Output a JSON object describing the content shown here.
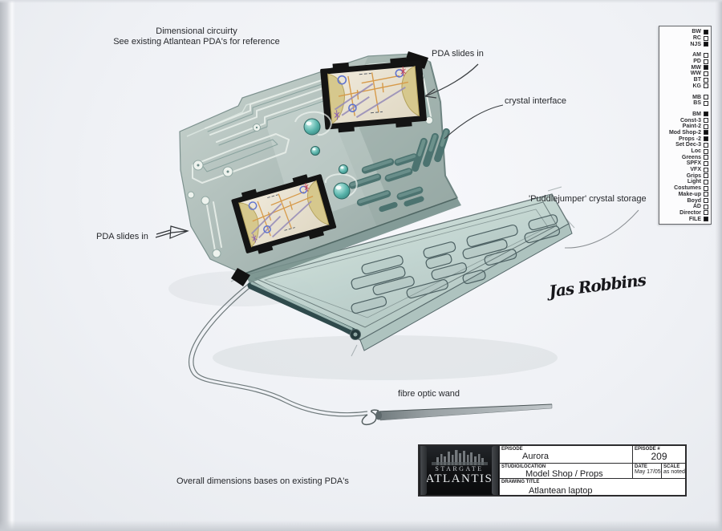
{
  "annotations": {
    "note_line1": "Dimensional circuirty",
    "note_line2": "See existing Atlantean PDA's for reference",
    "pda_slides_in_top": "PDA slides in",
    "crystal_interface": "crystal interface",
    "puddlejumper_storage": "'Puddlejumper' crystal storage",
    "pda_slides_in_left": "PDA slides in",
    "fibre_optic_wand": "fibre optic wand",
    "overall_dimensions": "Overall dimensions bases on existing PDA's",
    "signature": "Jas Robbins"
  },
  "distribution": {
    "items": [
      {
        "label": "BW",
        "checked": true
      },
      {
        "label": "RC",
        "checked": false
      },
      {
        "label": "NJS",
        "checked": true
      },
      {
        "label": "AM",
        "checked": false,
        "gap": true
      },
      {
        "label": "PD",
        "checked": false
      },
      {
        "label": "MW",
        "checked": true
      },
      {
        "label": "WW",
        "checked": false
      },
      {
        "label": "BT",
        "checked": false
      },
      {
        "label": "KG",
        "checked": false
      },
      {
        "label": "MB",
        "checked": false,
        "gap": true
      },
      {
        "label": "BS",
        "checked": false
      },
      {
        "label": "BM",
        "checked": true,
        "gap": true
      },
      {
        "label": "Const-3",
        "checked": false
      },
      {
        "label": "Paint-2",
        "checked": false
      },
      {
        "label": "Mod Shop-2",
        "checked": true
      },
      {
        "label": "Props -2",
        "checked": true
      },
      {
        "label": "Set Dec-3",
        "checked": false
      },
      {
        "label": "Loc",
        "checked": false
      },
      {
        "label": "Greens",
        "checked": false
      },
      {
        "label": "SPFX",
        "checked": false
      },
      {
        "label": "VFX",
        "checked": false
      },
      {
        "label": "Grips",
        "checked": false
      },
      {
        "label": "Light",
        "checked": false
      },
      {
        "label": "Costumes",
        "checked": false
      },
      {
        "label": "Make-up",
        "checked": false
      },
      {
        "label": "Boyd",
        "checked": false
      },
      {
        "label": "AD",
        "checked": false
      },
      {
        "label": "Director",
        "checked": false
      },
      {
        "label": "FILE",
        "checked": true
      }
    ]
  },
  "title_block": {
    "logo_line1": "STARGATE",
    "logo_line2": "ATLANTIS",
    "episode_label": "EPISODE",
    "episode_value": "Aurora",
    "episode_no_label": "EPISODE #",
    "episode_no_value": "209",
    "studio_label": "STUDIO/LOCATION",
    "studio_value": "Model Shop / Props",
    "date_label": "DATE",
    "date_value": "May 17/05",
    "scale_label": "SCALE",
    "scale_value": "as noted",
    "drawing_title_label": "DRAWING TITLE",
    "drawing_title_value": "Atlantean laptop"
  },
  "colors": {
    "crystal_teal": "#57b2a9",
    "glass_green": "#c3d6d1",
    "amber_clamp": "#d6c88d",
    "board_cream": "#ece5d6",
    "lid_sage": "#aebdb9"
  }
}
